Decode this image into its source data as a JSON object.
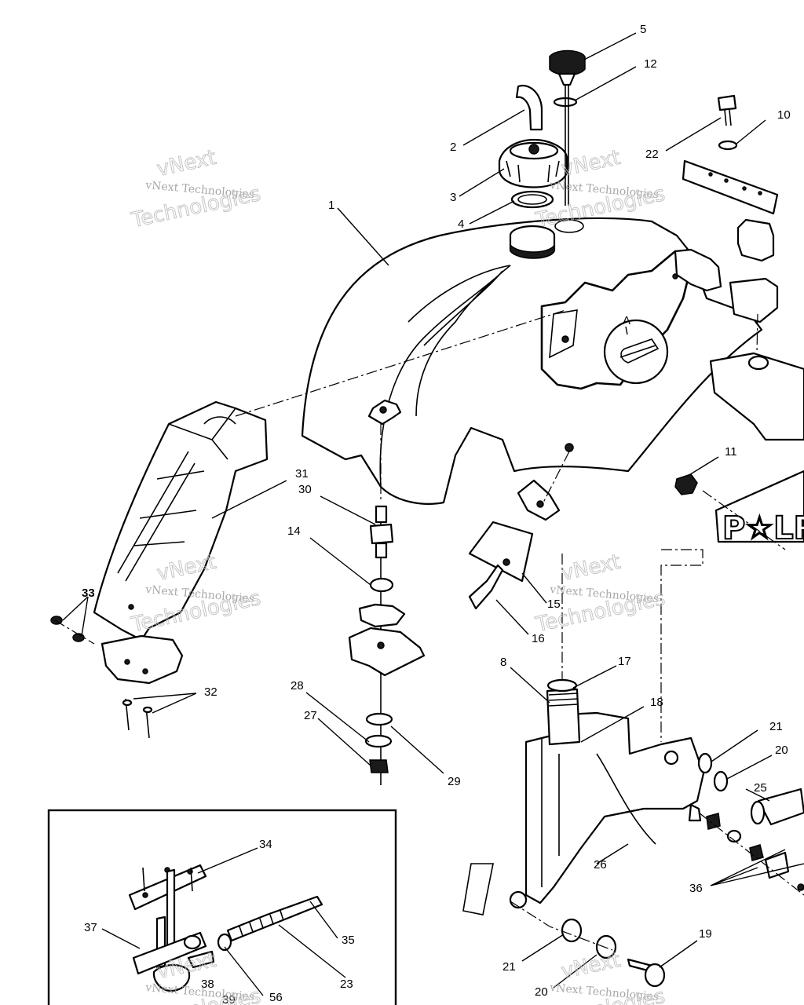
{
  "callouts": {
    "c1": "1",
    "c2": "2",
    "c3": "3",
    "c4": "4",
    "c5": "5",
    "c8": "8",
    "c10": "10",
    "c11": "11",
    "c12": "12",
    "c14": "14",
    "c15": "15",
    "c16": "16",
    "c17": "17",
    "c18": "18",
    "c19": "19",
    "c20a": "20",
    "c20b": "20",
    "c21a": "21",
    "c21b": "21",
    "c22": "22",
    "c23": "23",
    "c25": "25",
    "c26": "26",
    "c27": "27",
    "c28": "28",
    "c29": "29",
    "c30": "30",
    "c31": "31",
    "c32": "32",
    "c33": "33",
    "c34": "34",
    "c35": "35",
    "c36": "36",
    "c37": "37",
    "c38": "38",
    "c39": "39",
    "c56": "56"
  },
  "detail_label": "A",
  "brand_text": "P☆LR",
  "watermarks": {
    "w1_small": "vNext Technologies",
    "w1_big": "vNext",
    "w1_big2": "Technologies",
    "w2_small": "vNext Technologies",
    "w2_big": "vNext",
    "w2_big2": "Technologies",
    "w3_small": "vNext Technologies",
    "w3_big": "vNext",
    "w3_big2": "Technologies",
    "w4_small": "vNext Technologies",
    "w4_big": "vNext",
    "w4_big2": "Technologies",
    "w5_small": "vNext Technologies",
    "w5_big": "vNext",
    "w5_big2": "Technologies",
    "w6_small": "vNext Technologies",
    "w6_big": "vNext",
    "w6_big2": "Technologies"
  }
}
